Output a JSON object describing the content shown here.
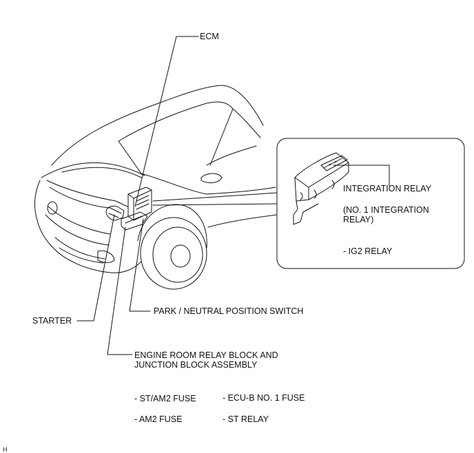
{
  "labels": {
    "ecm": "ECM",
    "integration_relay": "INTEGRATION RELAY",
    "no1_integration_relay_line1": "(NO. 1 INTEGRATION",
    "no1_integration_relay_line2": "RELAY)",
    "ig2_relay": "- IG2 RELAY",
    "starter": "STARTER",
    "park_neutral_switch": "PARK / NEUTRAL POSITION SWITCH",
    "engine_room_line1": "ENGINE ROOM RELAY BLOCK AND",
    "engine_room_line2": "JUNCTION BLOCK ASSEMBLY",
    "st_am2_fuse": "- ST/AM2 FUSE",
    "ecu_b_no1_fuse": "- ECU-B NO. 1 FUSE",
    "am2_fuse": "- AM2 FUSE",
    "st_relay": "- ST RELAY",
    "corner_mark": "H"
  },
  "colors": {
    "line": "#111111",
    "background": "#ffffff"
  }
}
